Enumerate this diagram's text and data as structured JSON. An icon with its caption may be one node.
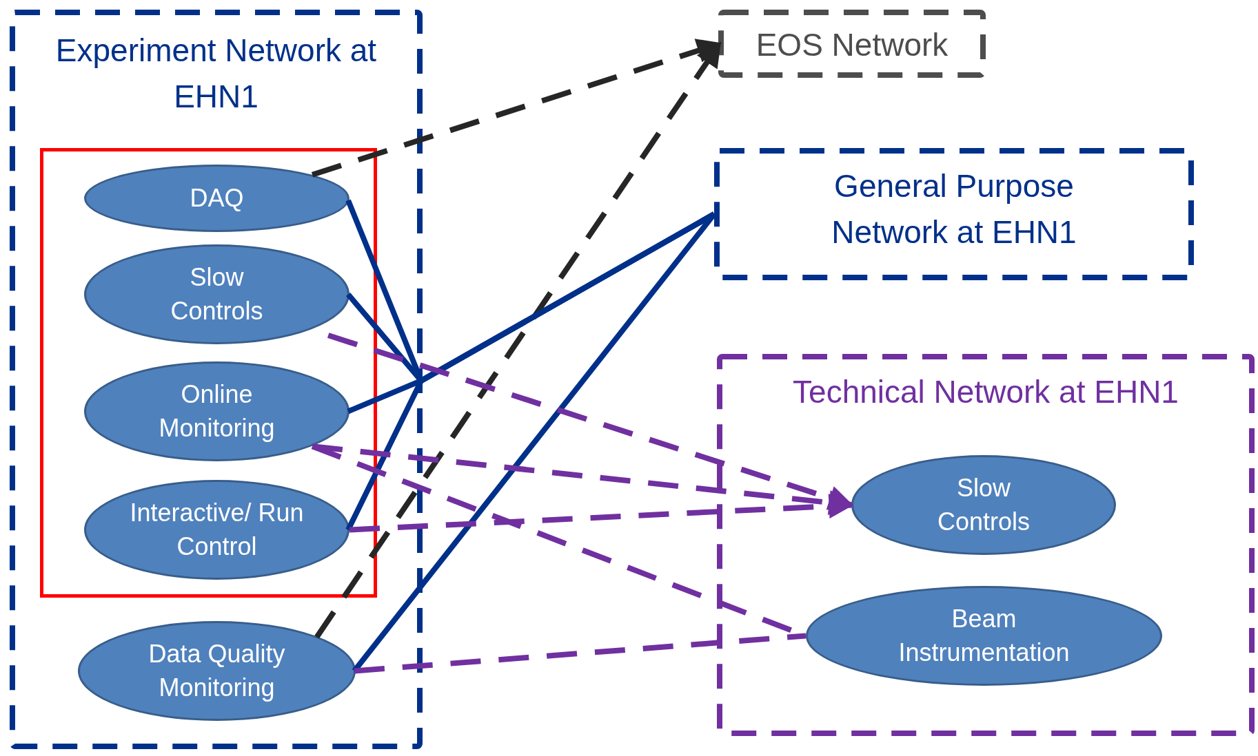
{
  "diagram": {
    "nodes": [
      {
        "text": [
          "Experiment Network at EHN1"
        ]
      },
      {
        "text": [],
        "shape": "box",
        "in": 0
      },
      {
        "text": [
          "DAQ"
        ],
        "in": 1
      },
      {
        "text": [
          "Slow Controls"
        ],
        "in": 1
      },
      {
        "text": [
          "Online Monitoring"
        ],
        "in": 1
      },
      {
        "text": [
          "Interactive/ Run Control"
        ],
        "in": 1
      },
      {
        "text": [
          "Data Quality Monitoring"
        ],
        "in": 0
      },
      {
        "text": [
          "EOS Network"
        ]
      },
      {
        "text": [
          "General Purpose Network at EHN1"
        ]
      },
      {
        "text": [
          "Technical Network at EHN1"
        ]
      },
      {
        "text": [
          "Slow Controls"
        ],
        "in": 9
      },
      {
        "text": [
          "Beam Instrumentation"
        ],
        "in": 9
      }
    ],
    "edges": [
      {
        "from": 2,
        "to": 7,
        "arrow": "to",
        "style": "dashed",
        "color": "#262626"
      },
      {
        "from": 6,
        "to": 7,
        "arrow": "to",
        "style": "dashed",
        "color": "#262626"
      },
      {
        "from": 2,
        "to": 8,
        "arrow": "none"
      },
      {
        "from": 3,
        "to": 8,
        "arrow": "none"
      },
      {
        "from": 4,
        "to": 8,
        "arrow": "none"
      },
      {
        "from": 5,
        "to": 8,
        "arrow": "none"
      },
      {
        "from": 6,
        "to": 8,
        "arrow": "none"
      },
      {
        "from": 3,
        "to": 10,
        "arrow": "to",
        "style": "dashed",
        "color": "#7030a0"
      },
      {
        "from": 4,
        "to": 10,
        "arrow": "to",
        "style": "dashed",
        "color": "#7030a0"
      },
      {
        "from": 5,
        "to": 10,
        "arrow": "to",
        "style": "dashed",
        "color": "#7030a0"
      },
      {
        "from": 4,
        "to": 11,
        "arrow": "none",
        "style": "dashed",
        "color": "#7030a0"
      },
      {
        "from": 6,
        "to": 11,
        "arrow": "none",
        "style": "dashed",
        "color": "#7030a0"
      }
    ]
  }
}
